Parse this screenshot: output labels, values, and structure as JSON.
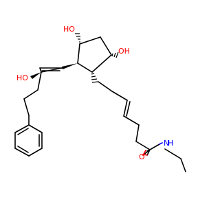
{
  "colors": {
    "background": "#ffffff",
    "bond": "#000000",
    "oxygen": "#ff0000",
    "nitrogen": "#0000ff"
  },
  "labels": {
    "ho_top": "HO",
    "oh_right": "OH",
    "ho_side": "HO",
    "o_amide": "O",
    "nh": "N",
    "h": "H"
  }
}
